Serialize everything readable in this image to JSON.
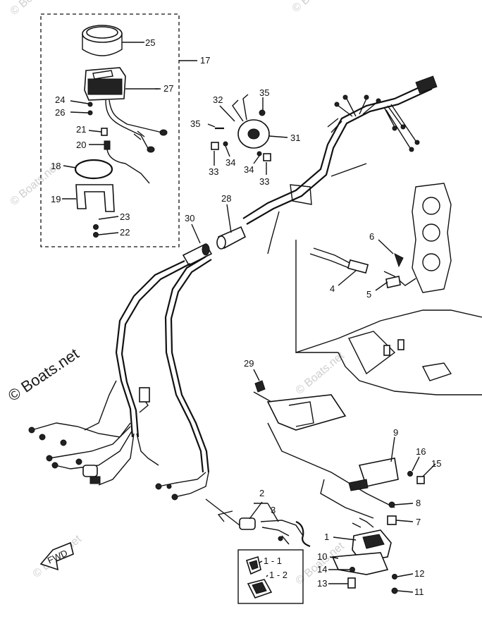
{
  "watermarks": [
    "© Boats.net",
    "© Boats.net",
    "© Boats.net",
    "© Boats.net",
    "© Boats.net",
    "© Boats.net"
  ],
  "watermark_main": "© Boats.net",
  "fwd_label": "FWD",
  "callouts": {
    "c25": "25",
    "c17": "17",
    "c27": "27",
    "c24": "24",
    "c26": "26",
    "c21": "21",
    "c20": "20",
    "c18": "18",
    "c19": "19",
    "c23": "23",
    "c22": "22",
    "c32": "32",
    "c35a": "35",
    "c35b": "35",
    "c31": "31",
    "c33a": "33",
    "c34a": "34",
    "c34b": "34",
    "c33b": "33",
    "c28": "28",
    "c30": "30",
    "c6": "6",
    "c4": "4",
    "c5": "5",
    "c29": "29",
    "c9": "9",
    "c16": "16",
    "c15": "15",
    "c8": "8",
    "c7": "7",
    "c2": "2",
    "c3": "3",
    "c1": "1",
    "c10": "10",
    "c14": "14",
    "c13": "13",
    "c12": "12",
    "c11": "11",
    "c1_1": "1 - 1",
    "c1_2": "1 - 2"
  }
}
